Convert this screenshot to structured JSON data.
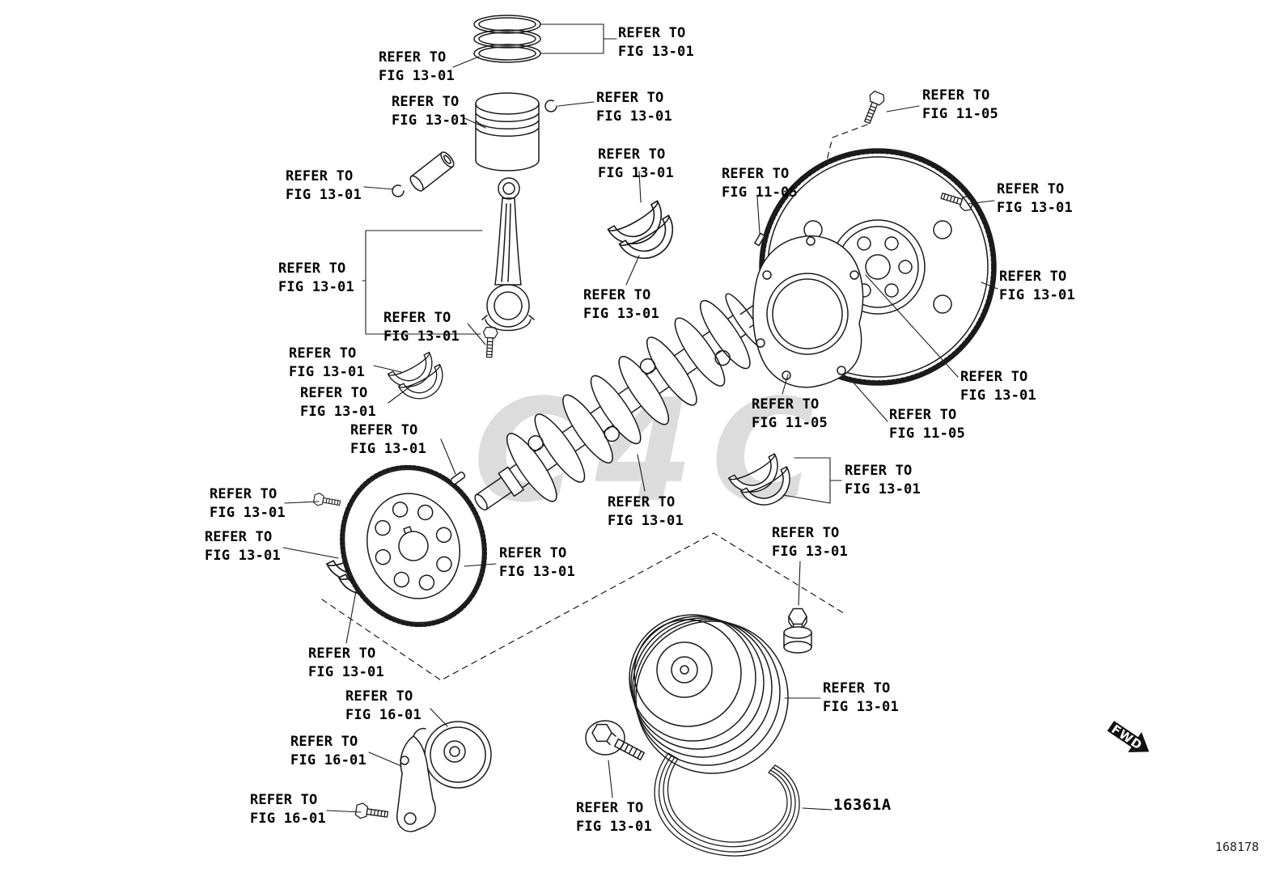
{
  "watermark": "C4C",
  "fwd_label": "FWD",
  "belt_part_number": "16361A",
  "figure_number": "168178",
  "ref_labels": [
    {
      "line1": "REFER TO",
      "line2": "FIG 13-01"
    },
    {
      "line1": "REFER TO",
      "line2": "FIG 13-01"
    },
    {
      "line1": "REFER TO",
      "line2": "FIG 13-01"
    },
    {
      "line1": "REFER TO",
      "line2": "FIG 13-01"
    },
    {
      "line1": "REFER TO",
      "line2": "FIG 13-01"
    },
    {
      "line1": "REFER TO",
      "line2": "FIG 11-05"
    },
    {
      "line1": "REFER TO",
      "line2": "FIG 13-01"
    },
    {
      "line1": "REFER TO",
      "line2": "FIG 11-05"
    },
    {
      "line1": "REFER TO",
      "line2": "FIG 13-01"
    },
    {
      "line1": "REFER TO",
      "line2": "FIG 13-01"
    },
    {
      "line1": "REFER TO",
      "line2": "FIG 13-01"
    },
    {
      "line1": "REFER TO",
      "line2": "FIG 13-01"
    },
    {
      "line1": "REFER TO",
      "line2": "FIG 13-01"
    },
    {
      "line1": "REFER TO",
      "line2": "FIG 13-01"
    },
    {
      "line1": "REFER TO",
      "line2": "FIG 13-01"
    },
    {
      "line1": "REFER TO",
      "line2": "FIG 11-05"
    },
    {
      "line1": "REFER TO",
      "line2": "FIG 13-01"
    },
    {
      "line1": "REFER TO",
      "line2": "FIG 11-05"
    },
    {
      "line1": "REFER TO",
      "line2": "FIG 13-01"
    },
    {
      "line1": "REFER TO",
      "line2": "FIG 13-01"
    },
    {
      "line1": "REFER TO",
      "line2": "FIG 13-01"
    },
    {
      "line1": "REFER TO",
      "line2": "FIG 13-01"
    },
    {
      "line1": "REFER TO",
      "line2": "FIG 13-01"
    },
    {
      "line1": "REFER TO",
      "line2": "FIG 13-01"
    },
    {
      "line1": "REFER TO",
      "line2": "FIG 13-01"
    },
    {
      "line1": "REFER TO",
      "line2": "FIG 13-01"
    },
    {
      "line1": "REFER TO",
      "line2": "FIG 16-01"
    },
    {
      "line1": "REFER TO",
      "line2": "FIG 16-01"
    },
    {
      "line1": "REFER TO",
      "line2": "FIG 13-01"
    },
    {
      "line1": "REFER TO",
      "line2": "FIG 16-01"
    },
    {
      "line1": "REFER TO",
      "line2": "FIG 13-01"
    }
  ]
}
